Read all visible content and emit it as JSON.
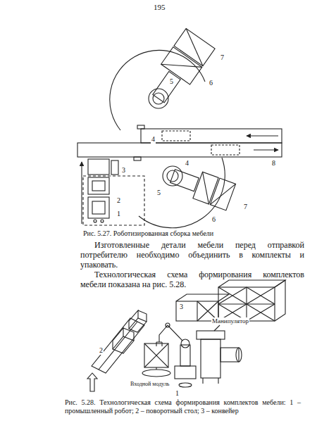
{
  "diagram": {
    "labels": [
      "195",
      "7",
      "6",
      "5",
      "4",
      "8",
      "4",
      "5",
      "7",
      "6",
      "3",
      "2",
      "1",
      "Рис. 5.27. Роботизированная сборка мебели",
      "Изготовленные детали мебели перед отправкой потребителю необходимо объединить в комплекты и упаковать.",
      "Технологическая схема формирования комплектов мебели показана на рис. 5.28.",
      "Манипулятор",
      "Входной модуль",
      "1",
      "2",
      "3",
      "Рис. 5.28. Технологическая схема формирования комплектов мебели: 1 – промышленный робот; 2 – поворотный стол; 3 – конвейер"
    ]
  }
}
